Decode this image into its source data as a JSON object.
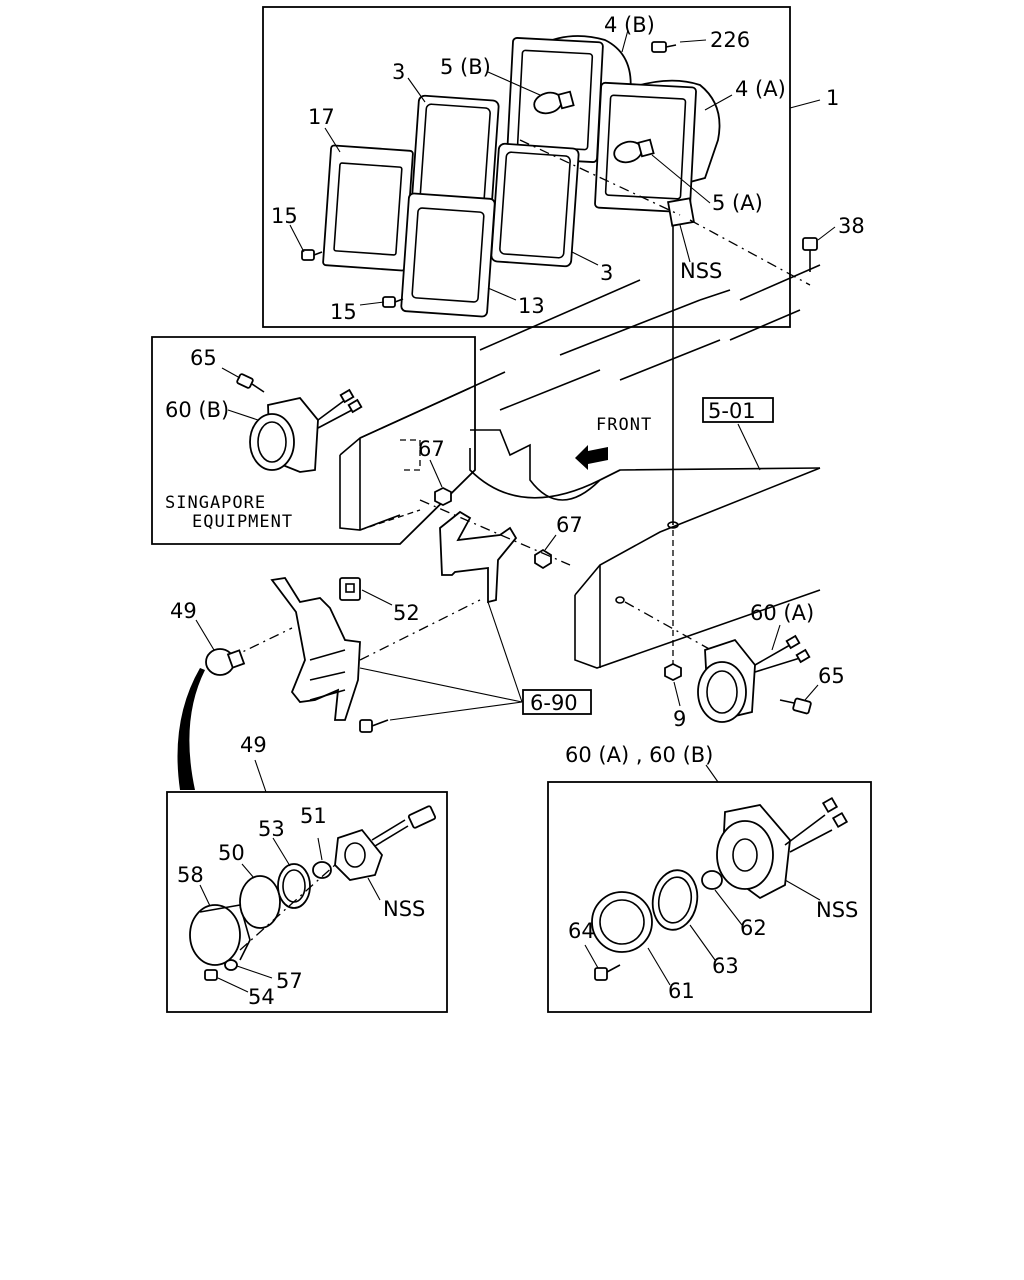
{
  "labels": {
    "l226": "226",
    "l4b": "4 (B)",
    "l5b": "5 (B)",
    "l3a": "3",
    "l4a": "4 (A)",
    "l1": "1",
    "l17": "17",
    "l5a": "5 (A)",
    "l15a": "15",
    "l38": "38",
    "l3b": "3",
    "lnss1": "NSS",
    "l15b": "15",
    "l13": "13",
    "l65a": "65",
    "l60b": "60 (B)",
    "l67a": "67",
    "lfront": "FRONT",
    "l501": "5-01",
    "lsing1": "SINGAPORE",
    "lsing2": "EQUIPMENT",
    "l67b": "67",
    "l49a": "49",
    "l52": "52",
    "l60a": "60 (A)",
    "l65b": "65",
    "l690": "6-90",
    "l9": "9",
    "l49b": "49",
    "l60ab": "60 (A) , 60 (B)",
    "l51": "51",
    "l53": "53",
    "l50": "50",
    "l58": "58",
    "lnss2": "NSS",
    "l57": "57",
    "l54": "54",
    "lnss3": "NSS",
    "l62": "62",
    "l64": "64",
    "l63": "63",
    "l61": "61"
  }
}
